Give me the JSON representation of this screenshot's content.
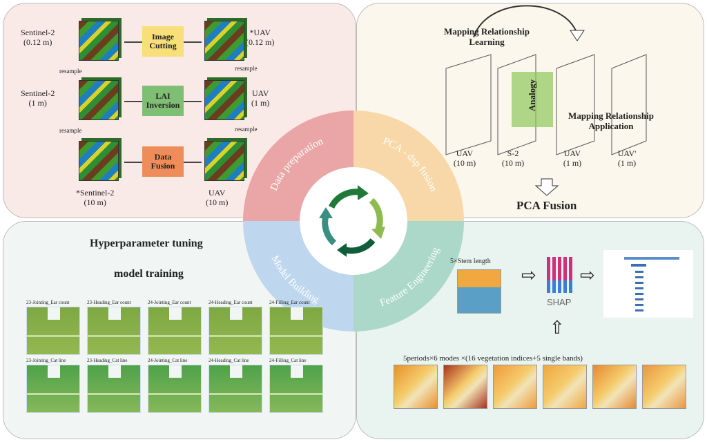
{
  "data_prep": {
    "s2_012": "Sentinel-2\n(0.12 m)",
    "s2_1": "Sentinel-2\n(1 m)",
    "s2_10": "*Sentinel-2\n(10 m)",
    "uav_012": "*UAV\n(0.12 m)",
    "uav_1": "UAV\n(1 m)",
    "uav_10": "UAV\n(10 m)",
    "image_cutting": "Image Cutting",
    "lai_inversion": "LAI Inversion",
    "data_fusion": "Data Fusion",
    "resample": "resample"
  },
  "pca": {
    "learning": "Mapping Relationship Learning",
    "application": "Mapping Relationship Application",
    "analogy": "Analogy",
    "grids": [
      {
        "name": "UAV",
        "res": "(10 m)"
      },
      {
        "name": "S-2",
        "res": "(10 m)"
      },
      {
        "name": "UAV",
        "res": "(1 m)"
      },
      {
        "name": "UAV'",
        "res": "(1 m)"
      }
    ],
    "result": "PCA Fusion"
  },
  "ring": {
    "q1": "Data preparation",
    "q2": "PCA - dsp fusion",
    "q3": "Feature Engineering",
    "q4": "Model Building",
    "colors": {
      "q1": "#eaa6a6",
      "q2": "#f8d8a8",
      "q3": "#abd8c9",
      "q4": "#bed6ee"
    }
  },
  "model": {
    "step1": "Hyperparameter tuning",
    "step2": "model training",
    "row1": [
      "23-Jointing_Ear count",
      "23-Heading_Ear count",
      "24-Jointing_Ear count",
      "24-Heading_Ear count",
      "24-Filling_Ear count"
    ],
    "row2": [
      "23-Jointing_Cat line",
      "23-Heading_Cat line",
      "24-Jointing_Cat line",
      "24-Heading_Cat line",
      "24-Filling_Cat line"
    ]
  },
  "feature": {
    "stem": "5×Stem length",
    "shap": "SHAP",
    "formula": "5periods×6 modes ×(16 vegetation indices+5 single bands)"
  }
}
